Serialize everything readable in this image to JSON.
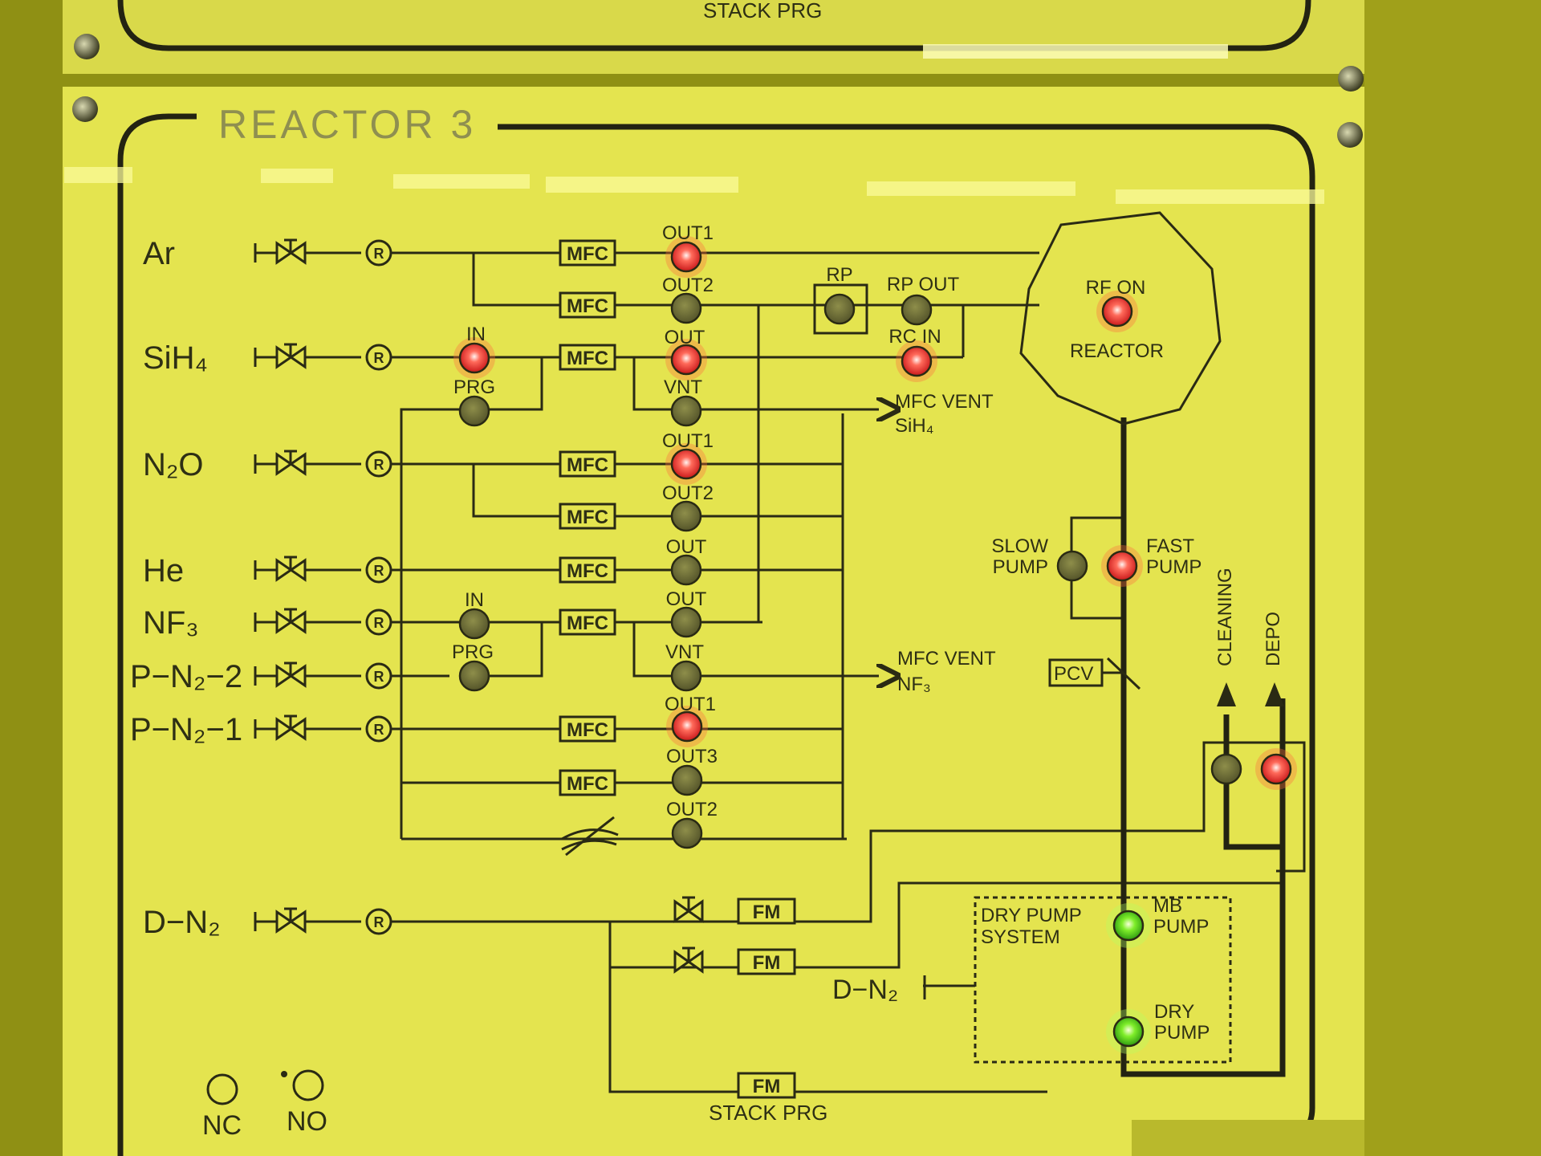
{
  "panel": {
    "top_label": "STACK PRG",
    "reactor_title": "REACTOR 3",
    "bottom_label": "STACK PRG"
  },
  "gases": [
    {
      "id": "ar",
      "label": "Ar"
    },
    {
      "id": "sih4",
      "label": "SiH₄"
    },
    {
      "id": "n2o",
      "label": "N₂O"
    },
    {
      "id": "he",
      "label": "He"
    },
    {
      "id": "nf3",
      "label": "NF₃"
    },
    {
      "id": "pn22",
      "label": "P−N₂−2"
    },
    {
      "id": "pn21",
      "label": "P−N₂−1"
    },
    {
      "id": "dn2",
      "label": "D−N₂"
    }
  ],
  "regulator_symbol": "R",
  "mfc_label": "MFC",
  "fm_label": "FM",
  "indicators": [
    {
      "id": "ar-out1",
      "label": "OUT1",
      "state": "on"
    },
    {
      "id": "ar-out2",
      "label": "OUT2",
      "state": "off"
    },
    {
      "id": "sih4-in",
      "label": "IN",
      "state": "on"
    },
    {
      "id": "sih4-prg",
      "label": "PRG",
      "state": "off"
    },
    {
      "id": "sih4-out",
      "label": "OUT",
      "state": "on"
    },
    {
      "id": "sih4-vnt",
      "label": "VNT",
      "state": "off"
    },
    {
      "id": "n2o-out1",
      "label": "OUT1",
      "state": "on"
    },
    {
      "id": "n2o-out2",
      "label": "OUT2",
      "state": "off"
    },
    {
      "id": "he-out",
      "label": "OUT",
      "state": "off"
    },
    {
      "id": "nf3-in",
      "label": "IN",
      "state": "off"
    },
    {
      "id": "nf3-out",
      "label": "OUT",
      "state": "off"
    },
    {
      "id": "nf3-prg",
      "label": "PRG",
      "state": "off"
    },
    {
      "id": "nf3-vnt",
      "label": "VNT",
      "state": "off"
    },
    {
      "id": "pn2-out1",
      "label": "OUT1",
      "state": "on"
    },
    {
      "id": "pn2-out3",
      "label": "OUT3",
      "state": "off"
    },
    {
      "id": "pn2-out2",
      "label": "OUT2",
      "state": "off"
    },
    {
      "id": "rp",
      "label": "RP",
      "state": "off"
    },
    {
      "id": "rp-out",
      "label": "RP OUT",
      "state": "off"
    },
    {
      "id": "rc-in",
      "label": "RC IN",
      "state": "on"
    },
    {
      "id": "rf-on",
      "label": "RF ON",
      "state": "on"
    },
    {
      "id": "slow-pump",
      "label": "SLOW\nPUMP",
      "state": "off"
    },
    {
      "id": "fast-pump",
      "label": "FAST\nPUMP",
      "state": "on"
    },
    {
      "id": "cleaning",
      "label": "CLEANING",
      "state": "off"
    },
    {
      "id": "depo",
      "label": "DEPO",
      "state": "on"
    },
    {
      "id": "mb-pump",
      "label": "MB\nPUMP",
      "state": "green"
    },
    {
      "id": "dry-pump",
      "label": "DRY\nPUMP",
      "state": "green"
    }
  ],
  "labels": {
    "reactor": "REACTOR",
    "mfc_vent_sih4_1": "MFC VENT",
    "mfc_vent_sih4_2": "SiH₄",
    "mfc_vent_nf3_1": "MFC VENT",
    "mfc_vent_nf3_2": "NF₃",
    "pcv": "PCV",
    "dry_pump_system_1": "DRY PUMP",
    "dry_pump_system_2": "SYSTEM",
    "dn2_side": "D−N₂"
  },
  "legend": {
    "nc": "NC",
    "no": "NO"
  },
  "colors": {
    "panel_bg": "#e4e44f",
    "ink": "#2a2a14",
    "led_red": "#ff4f4f",
    "led_green": "#59e01b",
    "led_off": "#6d6d32"
  }
}
